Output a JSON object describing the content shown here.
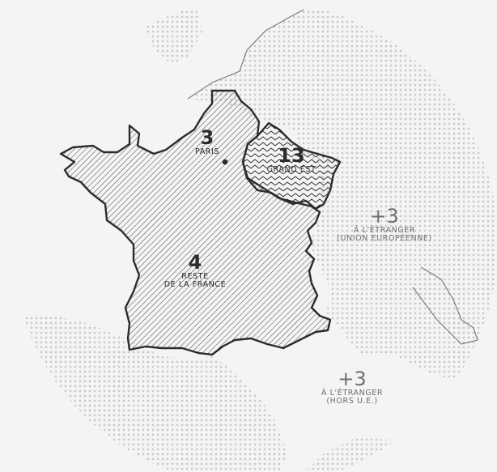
{
  "colors": {
    "background": "#f4f4f4",
    "outline": "#2c2c2c",
    "hatch": "#2c2c2c",
    "dots": "#c8c8c8",
    "muted_text": "#6e6e6e"
  },
  "regions": {
    "paris": {
      "value": "3",
      "caption": "PARIS"
    },
    "grand_est": {
      "value": "13",
      "caption": "GRAND EST"
    },
    "rest_of_france": {
      "value": "4",
      "caption_line1": "RESTE",
      "caption_line2": "DE LA FRANCE"
    },
    "abroad_eu": {
      "value": "+3",
      "caption_line1": "à L'éTRANGER",
      "caption_line2": "(UNION EUROPéENNE)"
    },
    "abroad_non_eu": {
      "value": "+3",
      "caption_line1": "à L'éTRANGER",
      "caption_line2": "(HORS U.E.)"
    }
  },
  "icons": {
    "paris_marker": "dot-icon"
  }
}
